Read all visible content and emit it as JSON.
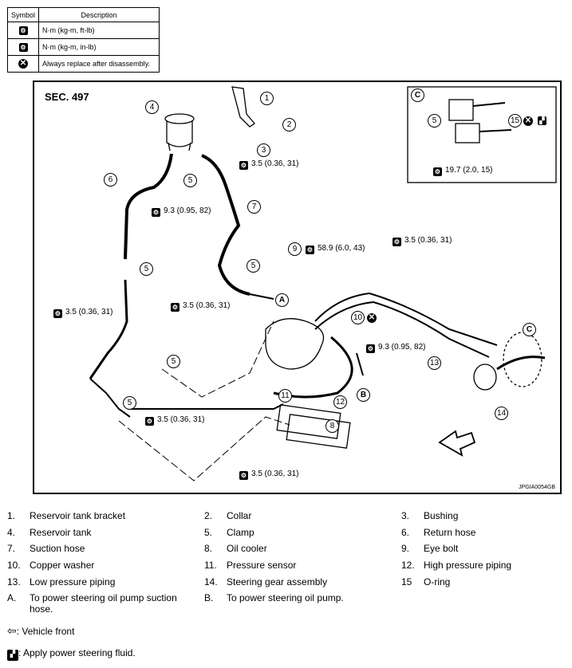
{
  "symbol_table": {
    "header_symbol": "Symbol",
    "header_description": "Description",
    "rows": [
      {
        "icon": "torque-wrench-icon",
        "description": "N·m (kg-m, ft-lb)"
      },
      {
        "icon": "torque-wrench-inlb-icon",
        "description": "N·m (kg-m, in-lb)"
      },
      {
        "icon": "always-replace-icon",
        "description": "Always replace after disassembly."
      }
    ]
  },
  "diagram": {
    "section": "SEC. 497",
    "reference_code": "JPGIA0054GB",
    "torques": {
      "t1": "3.5 (0.36, 31)",
      "t2": "9.3 (0.95, 82)",
      "t3": "58.9 (6.0, 43)",
      "t4": "3.5 (0.36, 31)",
      "t5": "3.5 (0.36, 31)",
      "t6": "3.5 (0.36, 31)",
      "t7": "9.3 (0.95, 82)",
      "t8": "3.5 (0.36, 31)",
      "t9": "3.5 (0.36, 31)",
      "t10": "19.7 (2.0, 15)"
    },
    "callouts": {
      "c1": "1",
      "c2": "2",
      "c3": "3",
      "c4": "4",
      "c5": "5",
      "c6": "6",
      "c7": "7",
      "c8": "8",
      "c9": "9",
      "c10": "10",
      "c11": "11",
      "c12": "12",
      "c13": "13",
      "c14": "14",
      "c15": "15",
      "cA": "A",
      "cB": "B",
      "cC": "C"
    }
  },
  "legend": {
    "items": [
      {
        "num": "1.",
        "text": "Reservoir tank bracket"
      },
      {
        "num": "2.",
        "text": "Collar"
      },
      {
        "num": "3.",
        "text": "Bushing"
      },
      {
        "num": "4.",
        "text": "Reservoir tank"
      },
      {
        "num": "5.",
        "text": "Clamp"
      },
      {
        "num": "6.",
        "text": "Return hose"
      },
      {
        "num": "7.",
        "text": "Suction hose"
      },
      {
        "num": "8.",
        "text": "Oil cooler"
      },
      {
        "num": "9.",
        "text": "Eye bolt"
      },
      {
        "num": "10.",
        "text": "Copper washer"
      },
      {
        "num": "11.",
        "text": "Pressure sensor"
      },
      {
        "num": "12.",
        "text": "High pressure piping"
      },
      {
        "num": "13.",
        "text": "Low pressure piping"
      },
      {
        "num": "14.",
        "text": "Steering gear assembly"
      },
      {
        "num": "15",
        "text": "O-ring"
      },
      {
        "num": "A.",
        "text": "To power steering oil pump suction hose."
      },
      {
        "num": "B.",
        "text": "To power steering oil pump."
      }
    ],
    "vehicle_front": ": Vehicle front",
    "apply_fluid": ": Apply power steering fluid."
  },
  "colors": {
    "line": "#000000",
    "background": "#ffffff"
  }
}
